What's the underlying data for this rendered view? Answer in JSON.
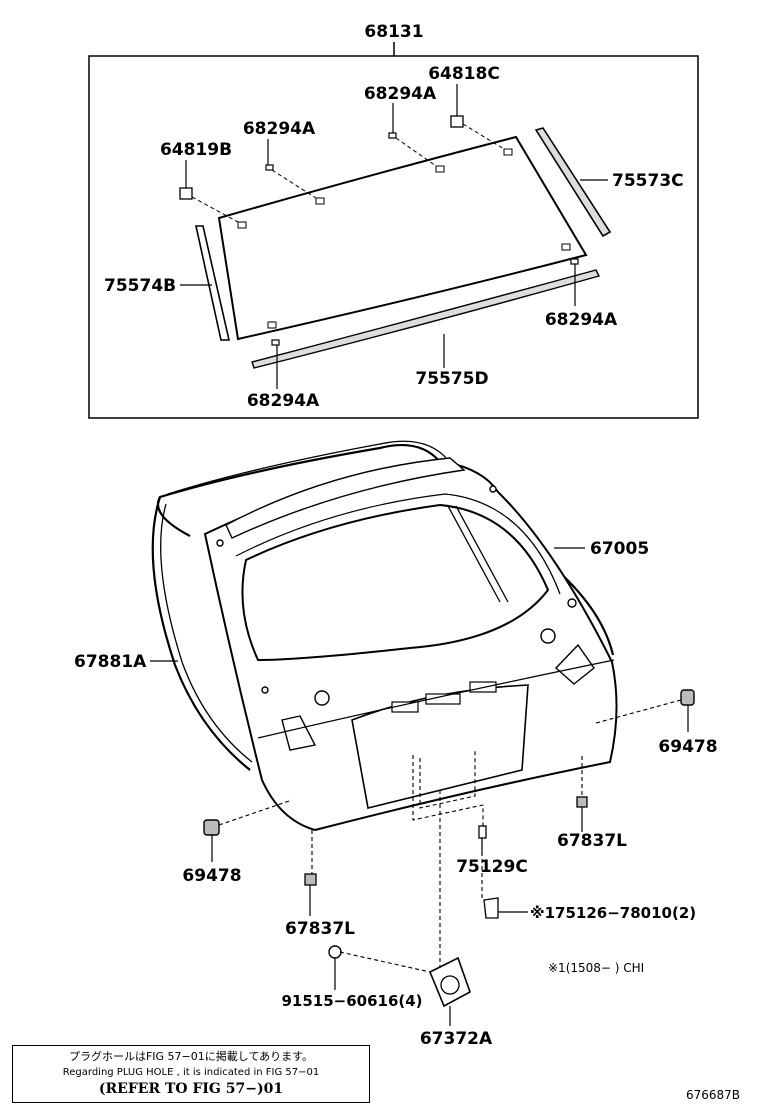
{
  "labels": {
    "p68131": "68131",
    "p64818C": "64818C",
    "p68294A_1": "68294A",
    "p68294A_2": "68294A",
    "p64819B": "64819B",
    "p75573C": "75573C",
    "p75574B": "75574B",
    "p68294A_3": "68294A",
    "p75575D": "75575D",
    "p68294A_4": "68294A",
    "p67005": "67005",
    "p67881A": "67881A",
    "p69478_r": "69478",
    "p69478_l": "69478",
    "p67837L_r": "67837L",
    "p67837L_l": "67837L",
    "p75129C": "75129C",
    "p75126": "※175126−78010(2)",
    "p91515": "91515−60616(4)",
    "p67372A": "67372A",
    "footnote": "※1(1508−        ) CHI"
  },
  "note": {
    "jp": "プラグホールはFIG 57−01に掲載してあります。",
    "en": "Regarding  PLUG  HOLE , it is indicated in FIG  57−01",
    "ref": "(REFER TO FIG 57−)01"
  },
  "diagram_id": "676687B"
}
